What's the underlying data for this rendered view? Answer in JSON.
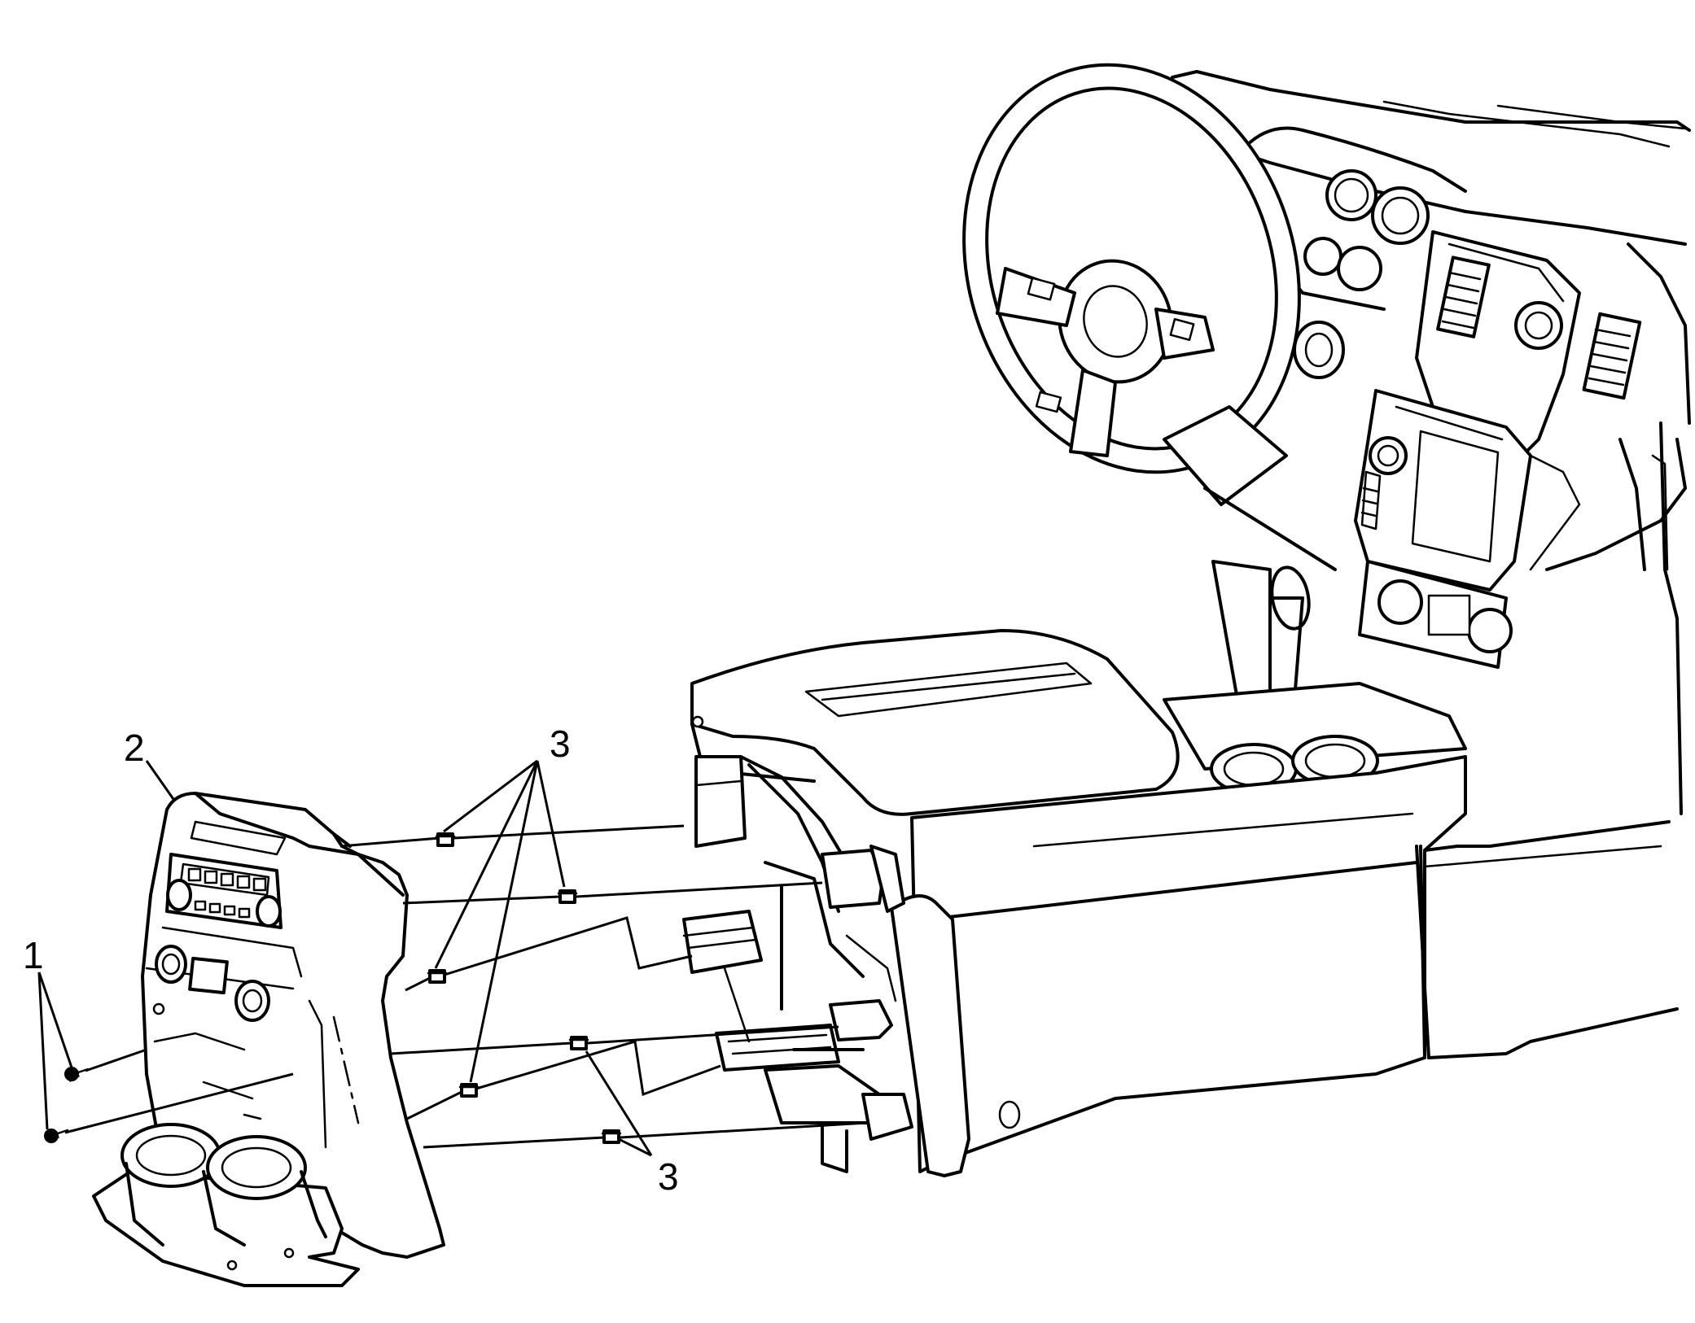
{
  "callouts": {
    "fastener": "1",
    "bezel": "2",
    "clip_upper": "3",
    "clip_lower": "3"
  },
  "colors": {
    "line": "#000000",
    "background": "#ffffff"
  }
}
